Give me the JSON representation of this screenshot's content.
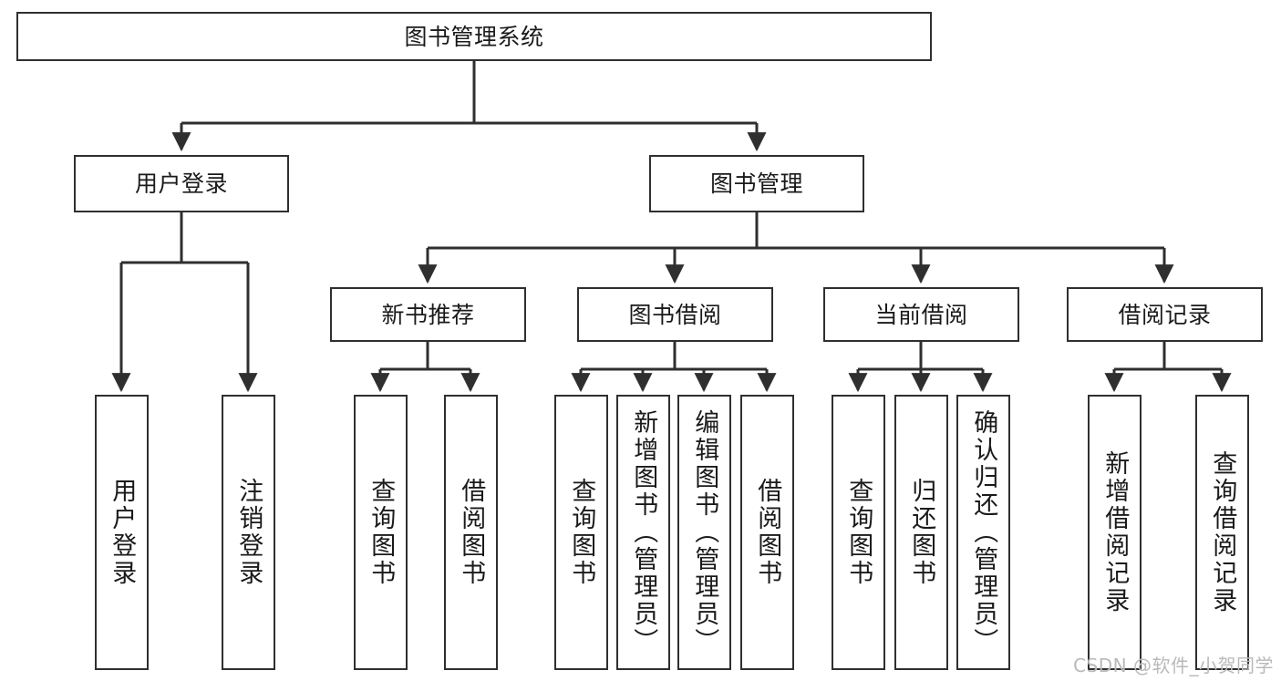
{
  "diagram": {
    "title": "图书管理系统",
    "type": "tree-hierarchy-diagram",
    "colors": {
      "stroke": "#2f2f2f",
      "fill": "#ffffff",
      "text": "#1a1a1a",
      "watermark": "#b9b9b9"
    },
    "nodes": {
      "root": {
        "label": "图书管理系统"
      },
      "level2": [
        {
          "id": "user-login",
          "label": "用户登录"
        },
        {
          "id": "book-management",
          "label": "图书管理"
        }
      ],
      "level3": [
        {
          "id": "new-book-recommend",
          "label": "新书推荐"
        },
        {
          "id": "book-borrow",
          "label": "图书借阅"
        },
        {
          "id": "current-borrow",
          "label": "当前借阅"
        },
        {
          "id": "borrow-record",
          "label": "借阅记录"
        }
      ],
      "leaves": [
        {
          "id": "user-login-leaf",
          "label": "用户登录"
        },
        {
          "id": "logout-leaf",
          "label": "注销登录"
        },
        {
          "id": "query-book-1",
          "label": "查询图书"
        },
        {
          "id": "borrow-book-1",
          "label": "借阅图书"
        },
        {
          "id": "query-book-2",
          "label": "查询图书"
        },
        {
          "id": "add-book-admin",
          "label": "新增图书（管理员）"
        },
        {
          "id": "edit-book-admin",
          "label": "编辑图书（管理员）"
        },
        {
          "id": "borrow-book-2",
          "label": "借阅图书"
        },
        {
          "id": "query-book-3",
          "label": "查询图书"
        },
        {
          "id": "return-book",
          "label": "归还图书"
        },
        {
          "id": "confirm-return-admin",
          "label": "确认归还（管理员）"
        },
        {
          "id": "add-borrow-record",
          "label": "新增借阅记录"
        },
        {
          "id": "query-borrow-record",
          "label": "查询借阅记录"
        }
      ]
    },
    "watermark": "CSDN @软件_小贺同学"
  }
}
